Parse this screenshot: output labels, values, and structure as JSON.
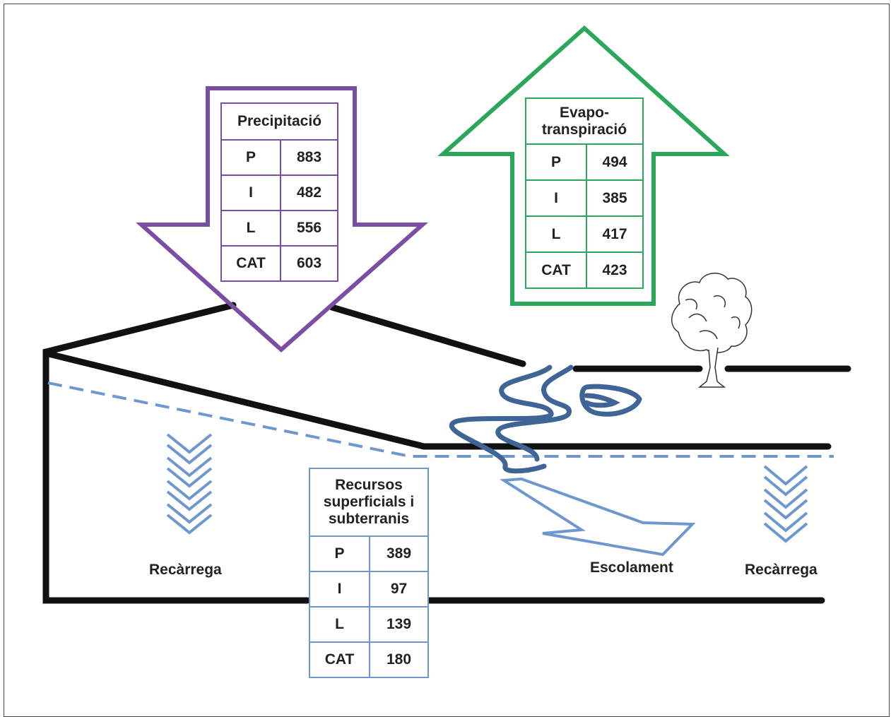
{
  "precipitation": {
    "title": "Precipitació",
    "rows": [
      {
        "region": "P",
        "value": "883"
      },
      {
        "region": "I",
        "value": "482"
      },
      {
        "region": "L",
        "value": "556"
      },
      {
        "region": "CAT",
        "value": "603"
      }
    ],
    "color": "#7a4ea3"
  },
  "evapotranspiration": {
    "title_line1": "Evapo-",
    "title_line2": "transpiració",
    "rows": [
      {
        "region": "P",
        "value": "494"
      },
      {
        "region": "I",
        "value": "385"
      },
      {
        "region": "L",
        "value": "417"
      },
      {
        "region": "CAT",
        "value": "423"
      }
    ],
    "color": "#2aa75a"
  },
  "resources": {
    "title_line1": "Recursos",
    "title_line2": "superficials i",
    "title_line3": "subterranis",
    "rows": [
      {
        "region": "P",
        "value": "389"
      },
      {
        "region": "I",
        "value": "97"
      },
      {
        "region": "L",
        "value": "139"
      },
      {
        "region": "CAT",
        "value": "180"
      }
    ],
    "color": "#6f97cf"
  },
  "labels": {
    "recharge_left": "Recàrrega",
    "runoff": "Escolament",
    "recharge_right": "Recàrrega"
  },
  "icons": {
    "tree": "tree-icon",
    "river": "river-icon"
  },
  "colors": {
    "ground": "#111111",
    "water": "#6f97cf",
    "river": "#3f6496"
  }
}
